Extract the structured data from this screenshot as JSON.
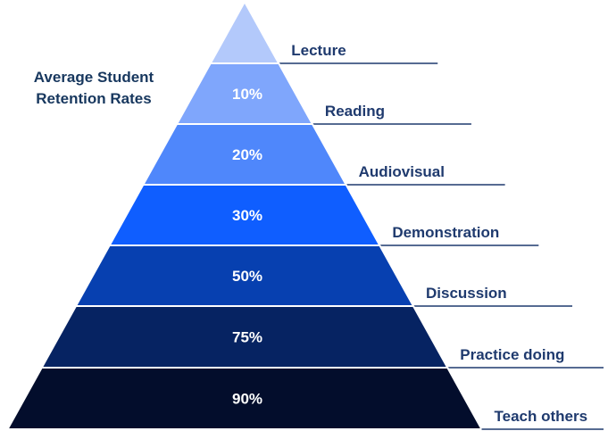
{
  "title": {
    "line1": "Average Student",
    "line2": "Retention Rates"
  },
  "tiers": [
    {
      "label": "Lecture",
      "percent": "",
      "color": "#b3c9fb"
    },
    {
      "label": "Reading",
      "percent": "10%",
      "color": "#7fa6fc"
    },
    {
      "label": "Audiovisual",
      "percent": "20%",
      "color": "#4f87fb"
    },
    {
      "label": "Demonstration",
      "percent": "30%",
      "color": "#0f5eff"
    },
    {
      "label": "Discussion",
      "percent": "50%",
      "color": "#0740b0"
    },
    {
      "label": "Practice doing",
      "percent": "75%",
      "color": "#062362"
    },
    {
      "label": "Teach others",
      "percent": "90%",
      "color": "#030d2c"
    }
  ],
  "colors": {
    "label_text": "#1f3a6e",
    "leader_line": "#1f3a6e",
    "tier_separator": "#ffffff"
  }
}
